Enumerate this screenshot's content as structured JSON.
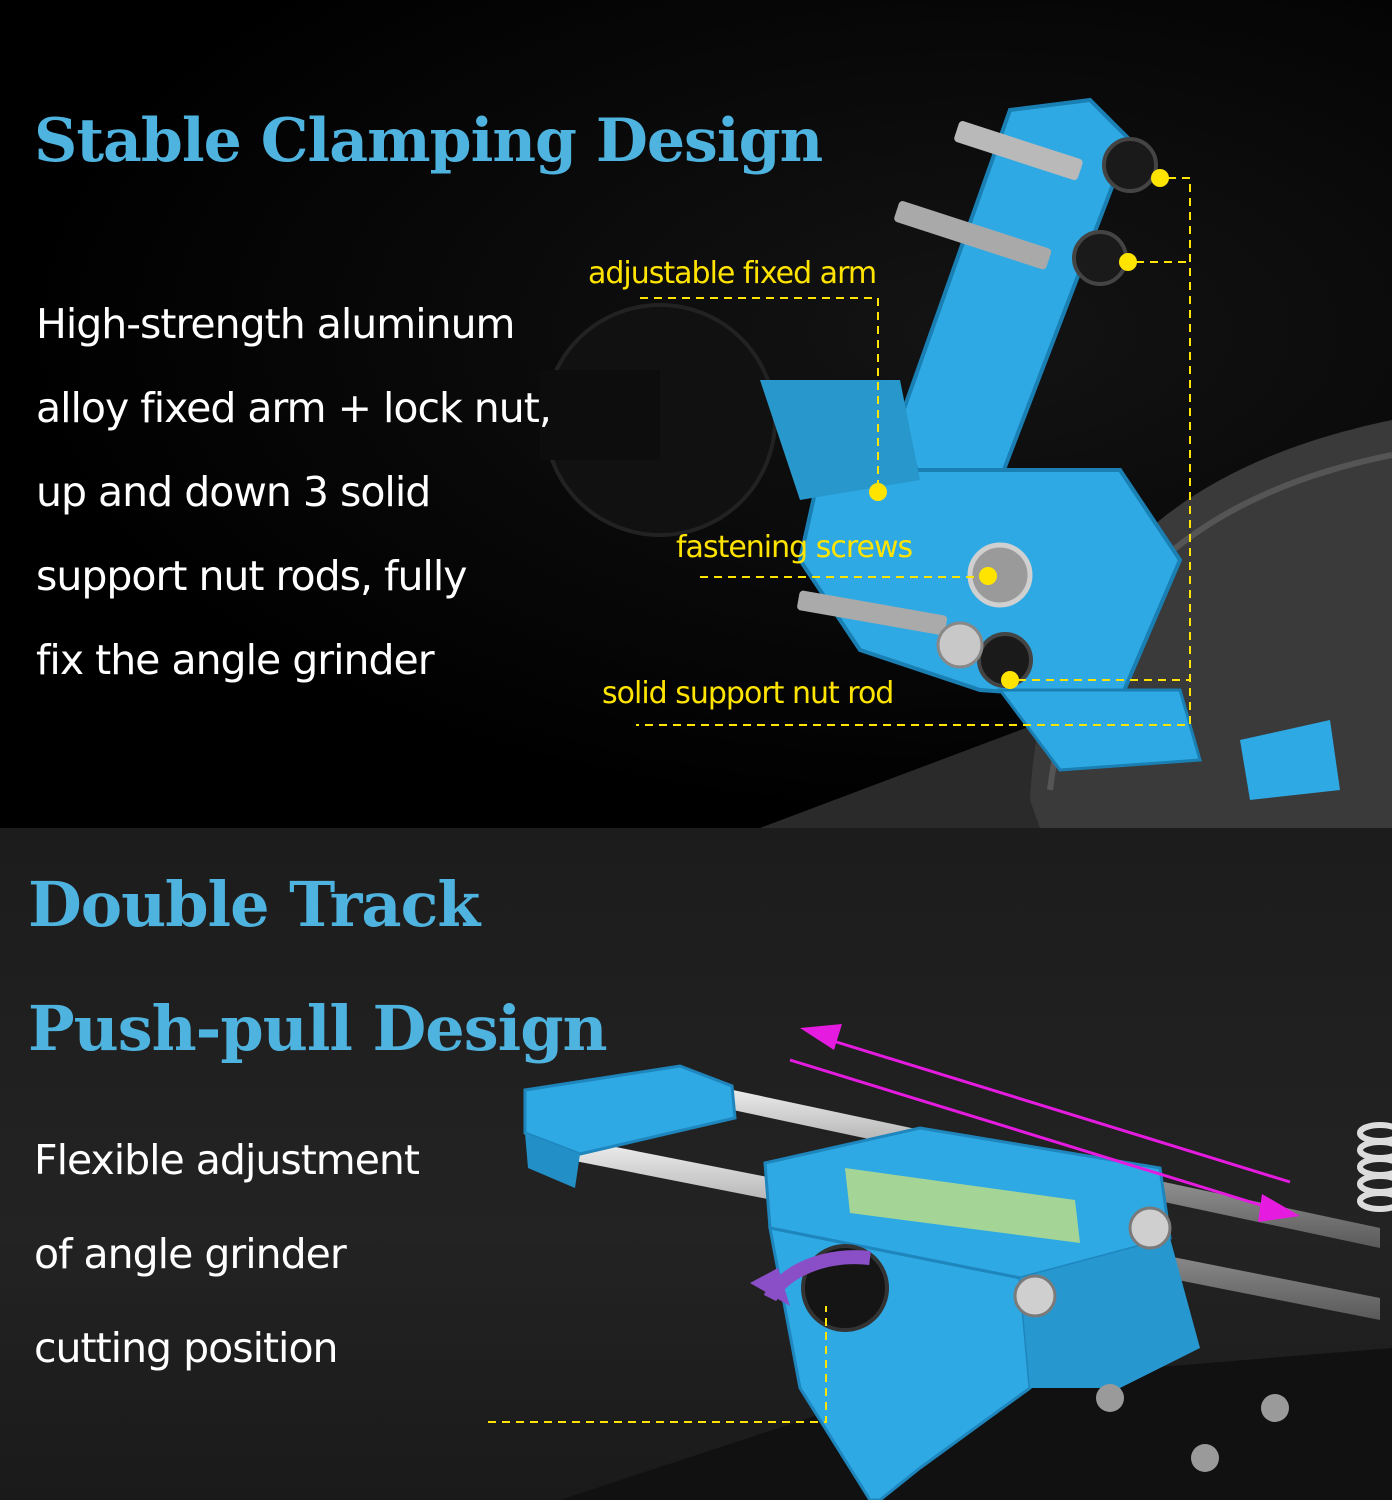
{
  "sections": [
    {
      "heading": "Stable Clamping Design",
      "body_lines": [
        "High-strength aluminum",
        "alloy fixed arm + lock nut,",
        "up and down 3 solid",
        "support nut rods, fully",
        "fix the angle grinder"
      ],
      "callouts": {
        "arm": "adjustable fixed arm",
        "screws": "fastening screws",
        "rod": "solid support nut rod"
      }
    },
    {
      "heading_lines": [
        "Double Track",
        "Push-pull Design"
      ],
      "body_lines": [
        "Flexible adjustment",
        "of angle grinder",
        "cutting position"
      ]
    }
  ],
  "colors": {
    "heading": "#4fb3df",
    "callout": "#ffe400",
    "tool_blue": "#2ea9e4",
    "arrow_magenta": "#e61be0",
    "arrow_purple": "#8a4fc7"
  }
}
